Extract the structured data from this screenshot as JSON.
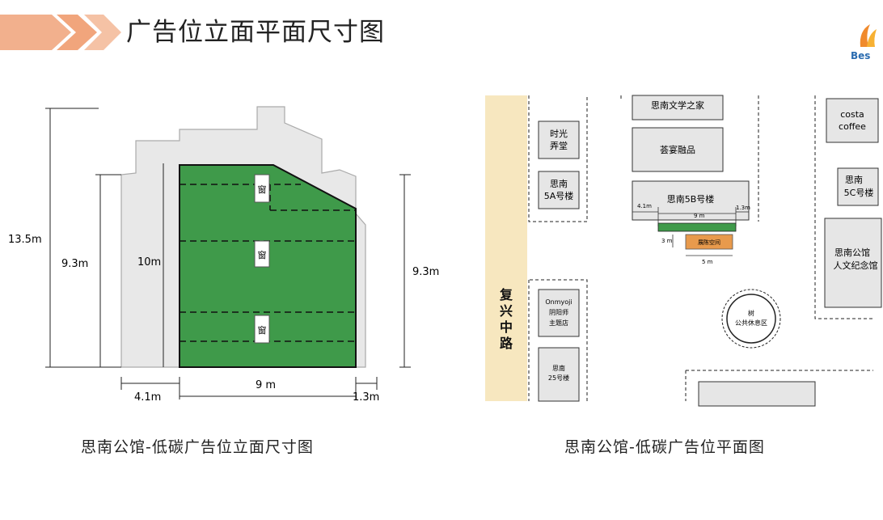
{
  "page": {
    "title": "广告位立面平面尺寸图",
    "logo_text": "Bes"
  },
  "elevation": {
    "caption": "思南公馆-低碳广告位立面尺寸图",
    "dim_total_height": "13.5m",
    "dim_left_height": "9.3m",
    "dim_inner_height": "10m",
    "dim_right_height": "9.3m",
    "dim_width": "9 m",
    "dim_left_offset": "4.1m",
    "dim_right_offset": "1.3m",
    "window_label": "窗",
    "colors": {
      "ad_green": "#3f9a4a",
      "building": "#e8e8e8"
    }
  },
  "plan": {
    "caption": "思南公馆-低碳广告位平面图",
    "road": "复兴中路",
    "buildings": {
      "shiguang": "时光弄堂",
      "shiguang_l1": "时光",
      "shiguang_l2": "弄堂",
      "sinan5a_l1": "思南",
      "sinan5a_l2": "5A号楼",
      "onmyoji_l1": "Onmyoji",
      "onmyoji_l2": "阴阳师",
      "onmyoji_l3": "主题店",
      "sinan25_l1": "思南",
      "sinan25_l2": "25号楼",
      "literature": "思南文学之家",
      "huiyan": "荟宴融品",
      "sinan5b": "思南5B号楼",
      "costa_l1": "costa",
      "costa_l2": "coffee",
      "sinan5c_l1": "思南",
      "sinan5c_l2": "5C号楼",
      "memorial_l1": "思南公馆",
      "memorial_l2": "人文纪念馆",
      "tree_l1": "树",
      "tree_l2": "公共休息区",
      "display": "展陈空间"
    },
    "dims": {
      "left": "4.1m",
      "right": "1.3m",
      "width": "9 m",
      "depth": "3 m",
      "display_width": "5 m"
    }
  }
}
